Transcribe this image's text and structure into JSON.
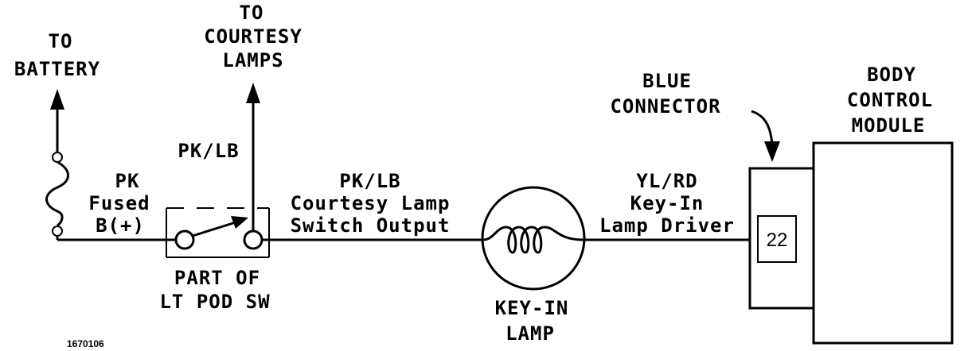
{
  "labels": {
    "to_battery_1": "TO",
    "to_battery_2": "BATTERY",
    "to_courtesy_1": "TO",
    "to_courtesy_2": "COURTESY",
    "to_courtesy_3": "LAMPS",
    "pk_lb_vertical": "PK/LB",
    "pk": "PK",
    "fused": "Fused",
    "bplus": "B(+)",
    "pk_lb_wire": "PK/LB",
    "courtesy_lamp": "Courtesy Lamp",
    "switch_output": "Switch Output",
    "yl_rd": "YL/RD",
    "key_in": "Key-In",
    "lamp_driver": "Lamp Driver",
    "blue": "BLUE",
    "connector": "CONNECTOR",
    "body": "BODY",
    "control": "CONTROL",
    "module": "MODULE",
    "part_of": "PART OF",
    "lt_pod_sw": "LT POD SW",
    "key_in_lamp_1": "KEY-IN",
    "key_in_lamp_2": "LAMP",
    "pin": "22",
    "figure_id": "1670106"
  }
}
